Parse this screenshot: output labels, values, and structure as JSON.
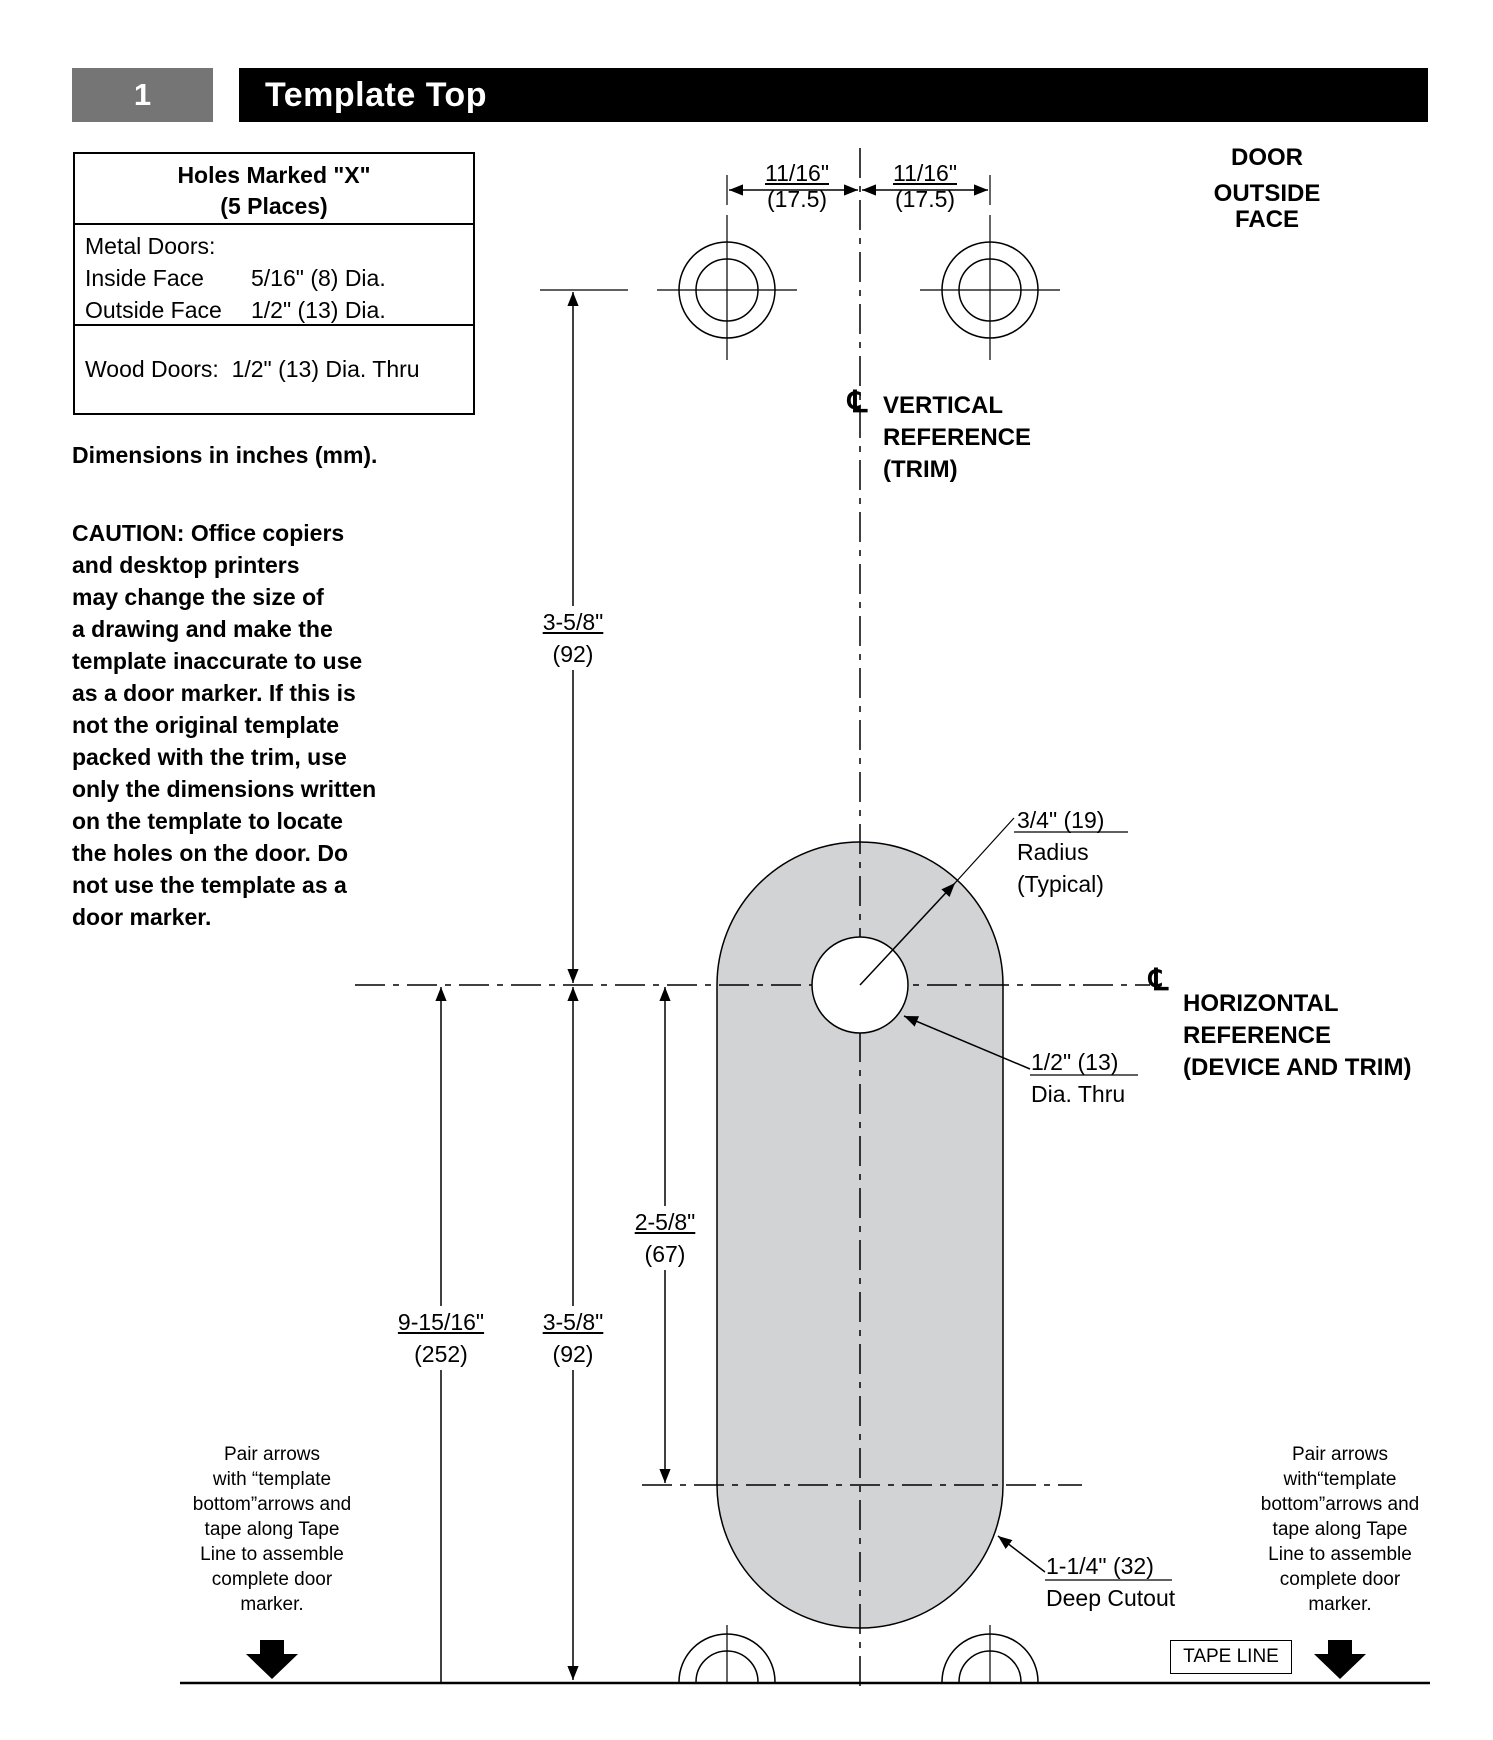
{
  "header": {
    "step_number": "1",
    "title": "Template Top"
  },
  "holes_box": {
    "title_line1": "Holes Marked \"X\"",
    "title_line2": "(5 Places)",
    "metal_heading": "Metal Doors:",
    "inside_face_label": "Inside Face",
    "inside_face_value": "5/16\" (8) Dia.",
    "outside_face_label": "Outside Face",
    "outside_face_value": "1/2\" (13) Dia.",
    "wood_doors": "Wood Doors:  1/2\" (13) Dia. Thru"
  },
  "dimensions_note": "Dimensions in inches (mm).",
  "caution_lines": [
    "CAUTION: Office copiers",
    "and desktop printers",
    "may change the size of",
    "a drawing and make the",
    "template inaccurate to use",
    "as a door marker. If this is",
    "not the original template",
    "packed with the trim, use",
    "only the dimensions written",
    "on the template to locate",
    "the holes on the door. Do",
    "not use the template as a",
    "door marker."
  ],
  "door_face": {
    "line1": "DOOR",
    "line2": "OUTSIDE",
    "line3": "FACE"
  },
  "vertical_reference": {
    "symbol": "℄",
    "line1": "VERTICAL",
    "line2": "REFERENCE",
    "line3": "(TRIM)"
  },
  "horizontal_reference": {
    "symbol": "℄",
    "line1": "HORIZONTAL",
    "line2": "REFERENCE",
    "line3": "(DEVICE AND TRIM)"
  },
  "dims": {
    "left_spacing_in": "11/16\"",
    "left_spacing_mm": "(17.5)",
    "right_spacing_in": "11/16\"",
    "right_spacing_mm": "(17.5)",
    "upper_vertical_in": "3-5/8\"",
    "upper_vertical_mm": "(92)",
    "radius_value": "3/4\" (19)",
    "radius_label": "Radius",
    "radius_note": "(Typical)",
    "center_hole_value": "1/2\" (13)",
    "center_hole_label": "Dia. Thru",
    "cutout_depth_in": "2-5/8\"",
    "cutout_depth_mm": "(67)",
    "overall_in": "9-15/16\"",
    "overall_mm": "(252)",
    "lower_vertical_in": "3-5/8\"",
    "lower_vertical_mm": "(92)",
    "cutout_value": "1-1/4\" (32)",
    "cutout_label": "Deep Cutout"
  },
  "pair_note_left": [
    "Pair arrows",
    "with “template",
    "bottom”arrows and",
    "tape along Tape",
    "Line to assemble",
    "complete door",
    "marker."
  ],
  "pair_note_right": [
    "Pair arrows",
    "with“template",
    "bottom”arrows and",
    "tape along Tape",
    "Line to assemble",
    "complete door",
    "marker."
  ],
  "tape_line": "TAPE LINE",
  "colors": {
    "header_number_bg": "#757575",
    "header_title_bg": "#000000",
    "cutout_fill": "#d2d3d5"
  }
}
